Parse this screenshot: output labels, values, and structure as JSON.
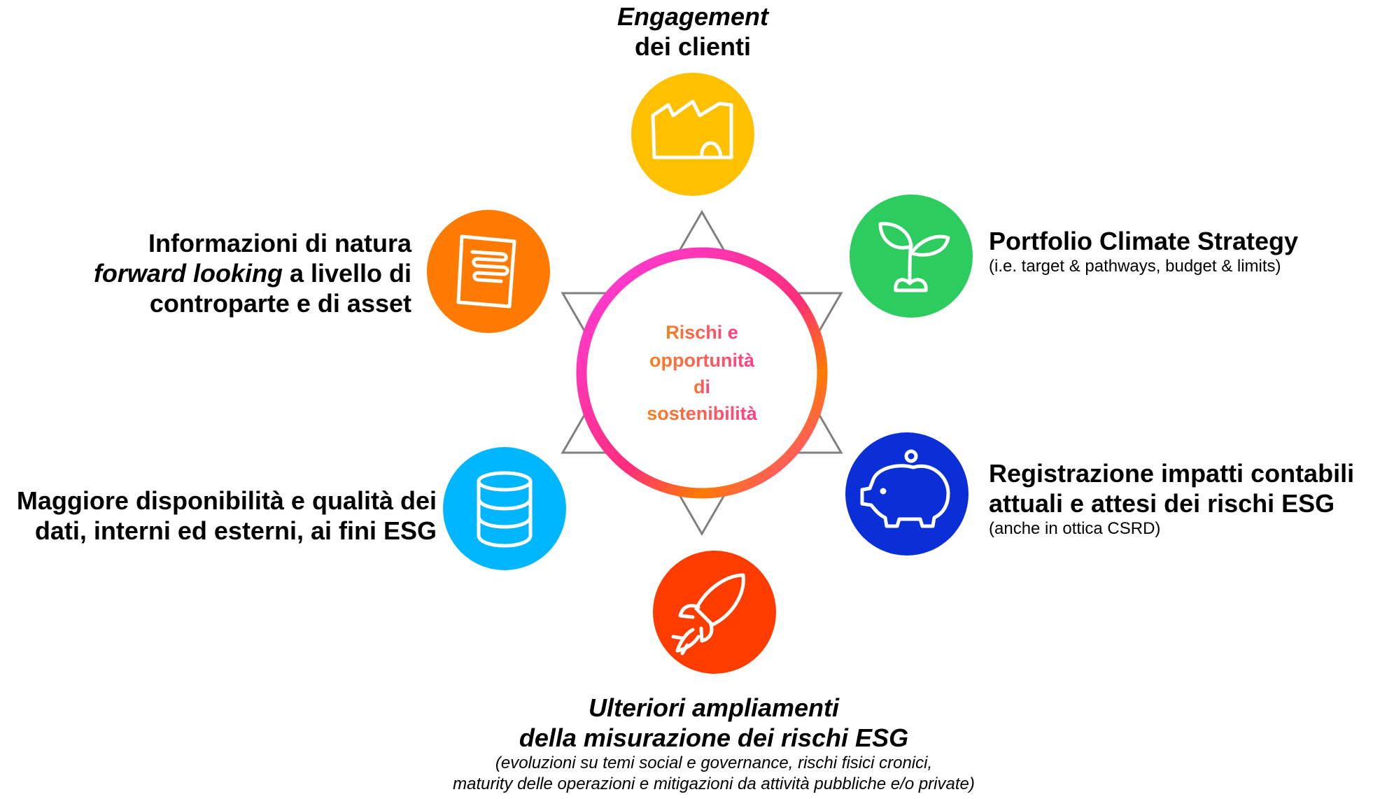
{
  "center": {
    "lines": [
      "Rischi e",
      "opportunità",
      "di",
      "sostenibilità"
    ],
    "gradient": [
      "#f58220",
      "#ff3d8b"
    ]
  },
  "ring": {
    "colors": [
      "#ff3de3",
      "#ff2e7a",
      "#ff7a00",
      "#ff3d8b"
    ]
  },
  "star": {
    "stroke": "#808080"
  },
  "nodes": {
    "engagement": {
      "color": "#ffc000",
      "icon": "factory-icon",
      "title_line1": "Engagement",
      "title_line2": "dei clienti"
    },
    "portfolio": {
      "color": "#2dcc5e",
      "icon": "sprout-icon",
      "title": "Portfolio Climate Strategy",
      "subtitle": "(i.e. target & pathways, budget & limits)"
    },
    "registrazione": {
      "color": "#0a2fd6",
      "icon": "piggy-bank-icon",
      "title_line1": "Registrazione impatti contabili",
      "title_line2": "attuali e attesi dei rischi ESG",
      "subtitle": "(anche in ottica CSRD)"
    },
    "ulteriori": {
      "color": "#ff3c00",
      "icon": "rocket-icon",
      "title_line1": "Ulteriori ampliamenti",
      "title_line2": "della misurazione dei rischi ESG",
      "subtitle_line1": "(evoluzioni su temi social e governance, rischi fisici cronici,",
      "subtitle_line2": "maturity delle operazioni e mitigazioni da attività pubbliche e/o private)"
    },
    "maggiore": {
      "color": "#00b6ff",
      "icon": "database-icon",
      "title_line1": "Maggiore disponibilità e qualità dei",
      "title_line2": "dati, interni ed esterni, ai fini ESG"
    },
    "informazioni": {
      "color": "#ff7a00",
      "icon": "document-icon",
      "title_line1": "Informazioni di natura",
      "title_line2_italic": "forward looking",
      "title_line2_rest": " a livello di",
      "title_line3": "controparte e di asset"
    }
  }
}
